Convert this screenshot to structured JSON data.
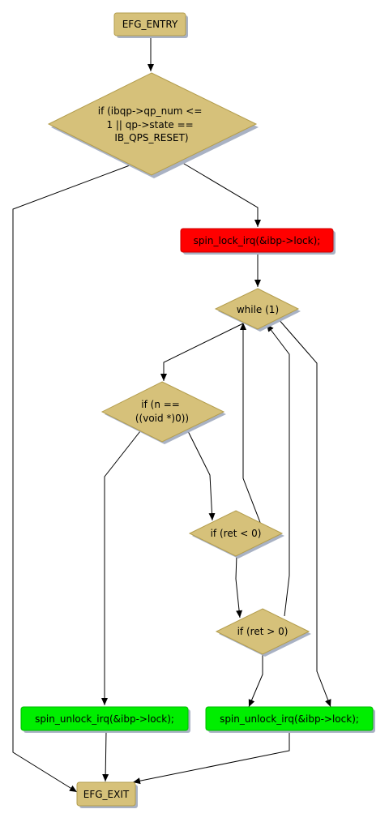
{
  "colors": {
    "tan": "#d6c17a",
    "tan_border": "#b39d4d",
    "red": "#ff0000",
    "green": "#00ee00",
    "shadow": "#a9b2c4",
    "edge": "#000000"
  },
  "nodes": {
    "entry": "EFG_ENTRY",
    "cond_qp": [
      "if (ibqp->qp_num <=",
      "1 || qp->state ==",
      "IB_QPS_RESET)"
    ],
    "lock": "spin_lock_irq(&ibp->lock);",
    "while": "while (1)",
    "if_n": [
      "if (n ==",
      "((void *)0))"
    ],
    "if_ret_lt": "if (ret < 0)",
    "if_ret_gt": "if (ret > 0)",
    "unlock_left": "spin_unlock_irq(&ibp->lock);",
    "unlock_right": "spin_unlock_irq(&ibp->lock);",
    "exit": "EFG_EXIT"
  }
}
